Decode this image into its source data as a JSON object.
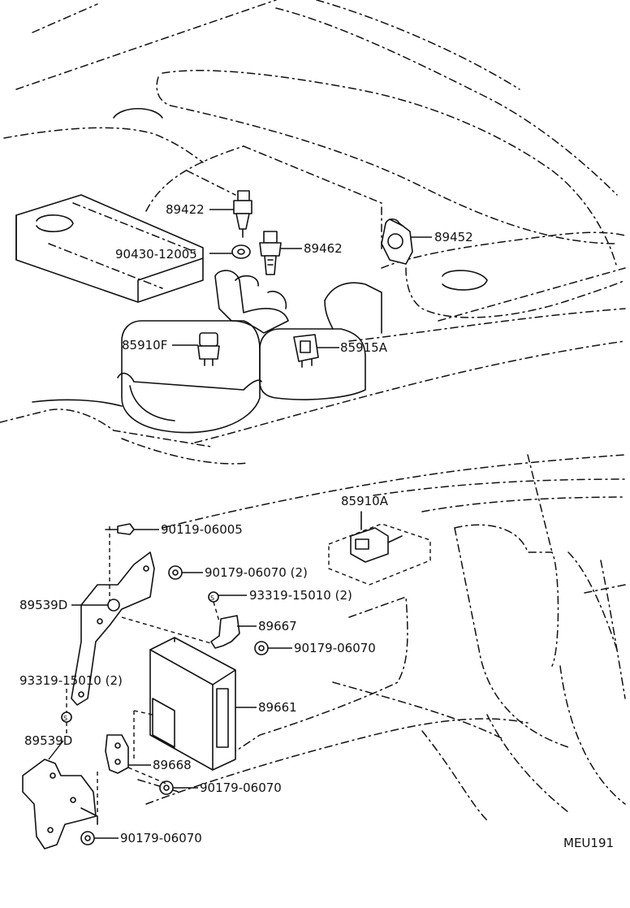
{
  "diagram_id": "MEU191",
  "parts": [
    {
      "key": "p89422",
      "label": "89422"
    },
    {
      "key": "p90430",
      "label": "90430-12005"
    },
    {
      "key": "p89462",
      "label": "89462"
    },
    {
      "key": "p89452",
      "label": "89452"
    },
    {
      "key": "p85910F",
      "label": "85910F"
    },
    {
      "key": "p85915A",
      "label": "85915A"
    },
    {
      "key": "p85910A",
      "label": "85910A"
    },
    {
      "key": "p90119",
      "label": "90119-06005"
    },
    {
      "key": "p90179a",
      "label": "90179-06070 (2)"
    },
    {
      "key": "p93319a",
      "label": "93319-15010 (2)"
    },
    {
      "key": "p89539Da",
      "label": "89539D"
    },
    {
      "key": "p89667",
      "label": "89667"
    },
    {
      "key": "p90179b",
      "label": "90179-06070"
    },
    {
      "key": "p93319b",
      "label": "93319-15010 (2)"
    },
    {
      "key": "p89661",
      "label": "89661"
    },
    {
      "key": "p89539Db",
      "label": "89539D"
    },
    {
      "key": "p89668",
      "label": "89668"
    },
    {
      "key": "p90179c",
      "label": "90179-06070"
    },
    {
      "key": "p90179d",
      "label": "90179-06070"
    }
  ]
}
